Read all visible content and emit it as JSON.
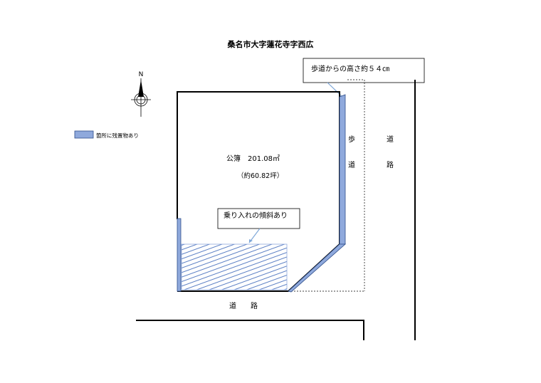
{
  "title": "桑名市大字蓮花寺字西広",
  "compass": {
    "north_label": "N"
  },
  "legend": {
    "label": "箇所に残置物あり",
    "fill_color": "#8fa9dc",
    "stroke_color": "#2f4e8a"
  },
  "callouts": {
    "height": "歩道からの高さ約５４㎝",
    "slope": "乗り入れの傾斜あり"
  },
  "lot": {
    "area_label": "公簿　201.08㎡",
    "tsubo_label": "（約60.82坪）"
  },
  "roads": {
    "sidewalk_char_1": "歩",
    "sidewalk_char_2": "道",
    "east_road_char_1": "道",
    "east_road_char_2": "路",
    "south_road_char_1": "道",
    "south_road_char_2": "路"
  },
  "colors": {
    "hatch": "#5b7fc4",
    "outline": "#000000"
  }
}
